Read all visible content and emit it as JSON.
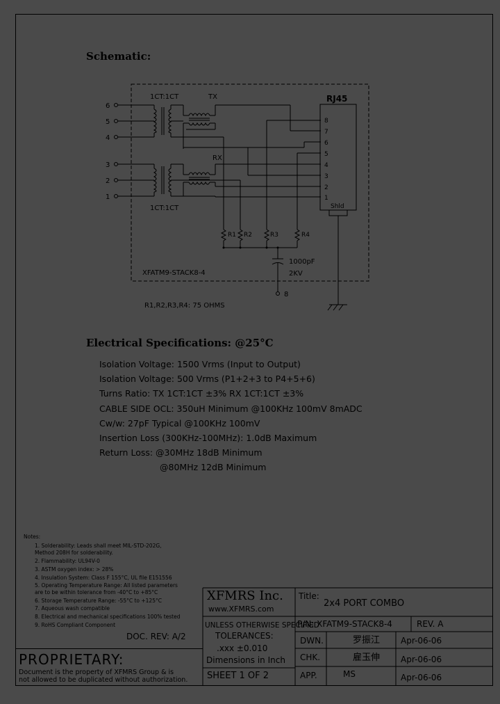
{
  "schematic": {
    "title": "Schematic:",
    "left_pins_top": [
      "6",
      "5",
      "4"
    ],
    "left_pins_bottom": [
      "3",
      "2",
      "1"
    ],
    "ct_top": "1CT:1CT",
    "ct_bottom": "1CT:1CT",
    "tx": "TX",
    "rx": "RX",
    "rj45": "RJ45",
    "rj_pins": [
      "8",
      "7",
      "6",
      "5",
      "4",
      "3",
      "2",
      "1"
    ],
    "shld": "Shld",
    "resistors": [
      "R1",
      "R2",
      "R3",
      "R4"
    ],
    "cap_value": "1000pF",
    "cap_voltage": "2KV",
    "part_label": "XFATM9-STACK8-4",
    "pin8": "8",
    "resistor_note": "R1,R2,R3,R4: 75 OHMS"
  },
  "electrical": {
    "title": "Electrical  Specifications: @25°C",
    "lines": [
      "Isolation Voltage:  1500 Vrms (Input to Output)",
      "Isolation Voltage:  500 Vrms (P1+2+3 to P4+5+6)",
      "Turns Ratio: TX 1CT:1CT ±3% RX 1CT:1CT ±3%",
      "CABLE SIDE OCL: 350uH Minimum @100KHz 100mV 8mADC",
      "Cw/w: 27pF Typical @100KHz 100mV",
      "Insertion Loss (300KHz-100MHz): 1.0dB Maximum",
      "Return Loss: @30MHz    18dB Minimum",
      "@80MHz    12dB Minimum"
    ]
  },
  "notes": {
    "title": "Notes:",
    "items": [
      "1.  Solderability: Leads shall meet MIL-STD-202G,",
      "     Method 208H for solderability.",
      "2.  Flammability: UL94V-0",
      "3.  ASTM oxygen index: > 28%",
      "4.  Insulation System: Class F 155°C, UL file E151556",
      "5.  Operating Temperature Range: All listed parameters",
      "     are to be within tolerance from -40°C to +85°C",
      "6.  Storage Temperature Range: -55°C to +125°C",
      "7.  Aqueous wash compatible",
      "8.  Electrical and mechanical specifications 100% tested",
      "9.  RoHS Compliant Component"
    ],
    "doc_rev": "DOC. REV: A/2"
  },
  "proprietary": {
    "title": "PROPRIETARY:",
    "line1": "Document is the property of XFMRS Group & is",
    "line2": "not allowed to be duplicated without authorization."
  },
  "title_block": {
    "company": "XFMRS Inc.",
    "website": "www.XFMRS.com",
    "title_label": "Title:",
    "title_value": "2x4 PORT COMBO",
    "unless": "UNLESS OTHERWISE SPECIFIED",
    "tolerances": "TOLERANCES:",
    "tol_value": ".xxx ±0.010",
    "dimensions": "Dimensions in Inch",
    "sheet": "SHEET  1  OF  2",
    "pn": "P/N: XFATM9-STACK8-4",
    "rev": "REV. A",
    "dwn_label": "DWN.",
    "dwn_name": "罗振江",
    "dwn_date": "Apr-06-06",
    "chk_label": "CHK.",
    "chk_name": "雇玉伸",
    "chk_date": "Apr-06-06",
    "app_label": "APP.",
    "app_name": "MS",
    "app_date": "Apr-06-06"
  }
}
